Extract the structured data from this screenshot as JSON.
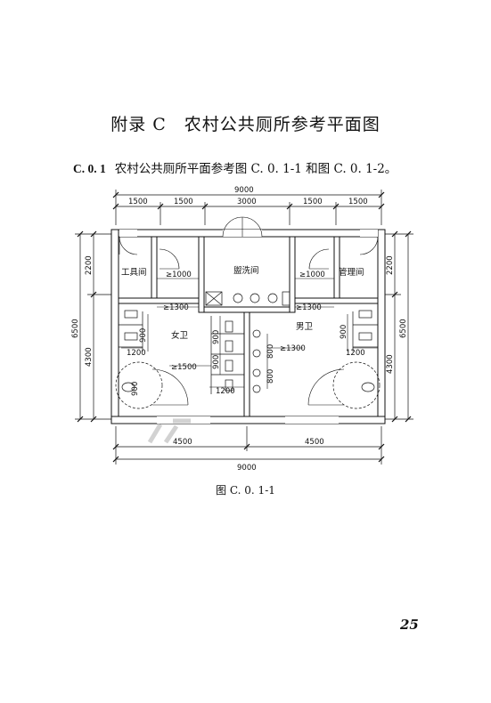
{
  "heading": "附录 C　农村公共厕所参考平面图",
  "clause": {
    "number": "C. 0. 1",
    "text": "农村公共厕所平面参考图 C. 0. 1-1 和图 C. 0. 1-2。"
  },
  "figure": {
    "caption": "图 C. 0. 1-1",
    "rooms": {
      "tool_room": "工具间",
      "washroom": "盥洗间",
      "management_room": "管理间",
      "women": "女卫",
      "men": "男卫"
    },
    "top_dims": {
      "total": "9000",
      "segments": [
        "1500",
        "1500",
        "3000",
        "1500",
        "1500"
      ]
    },
    "bottom_dims": {
      "segments": [
        "4500",
        "4500"
      ],
      "total": "9000"
    },
    "left_dims": {
      "total": "6500",
      "segments": [
        "2200",
        "4300"
      ]
    },
    "right_dims": {
      "total": "6500",
      "segments": [
        "2200",
        "4300"
      ]
    },
    "interior_dims": {
      "left_corridor_top": "≥1000",
      "right_corridor_top": "≥1000",
      "left_corridor": "≥1300",
      "right_corridor": "≥1300",
      "women_stall_900a": "900",
      "women_stall_1200": "1200",
      "women_aisle": "≥1500",
      "women_accessible_900": "900",
      "center_stall_900a": "900",
      "center_stall_900b": "900",
      "center_stall_1200": "1200",
      "urinal_800a": "800",
      "urinal_800b": "800",
      "men_aisle": "≥1300",
      "men_stall_900": "900",
      "men_stall_1200": "1200"
    }
  },
  "page_number": "25"
}
